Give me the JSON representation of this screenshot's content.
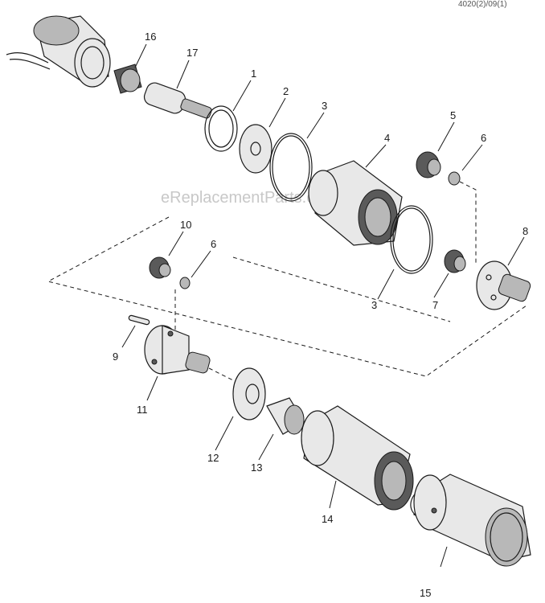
{
  "diagram": {
    "corner_code": "4020(2)/09(1)",
    "watermark": "eReplacementParts.com",
    "callouts": [
      "16",
      "17",
      "1",
      "2",
      "3",
      "4",
      "5",
      "6",
      "8",
      "10",
      "6",
      "3",
      "7",
      "9",
      "11",
      "12",
      "13",
      "14",
      "15"
    ]
  }
}
